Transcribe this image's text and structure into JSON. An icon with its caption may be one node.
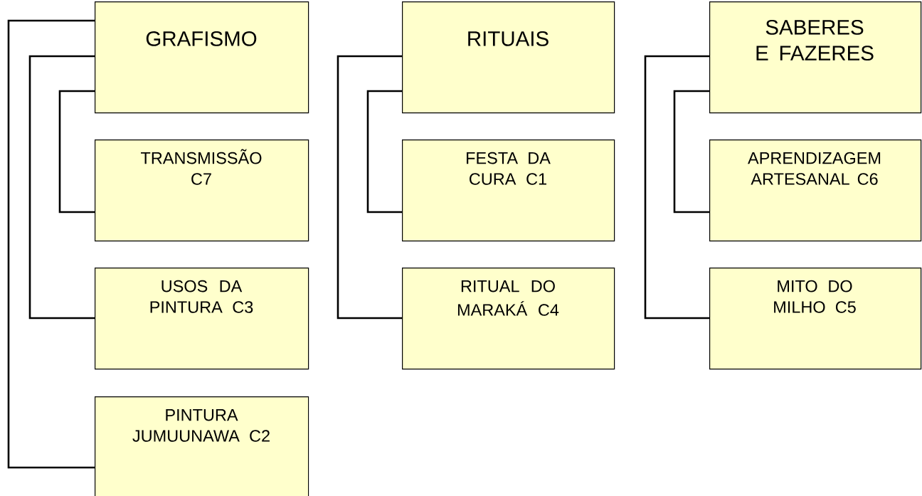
{
  "diagram": {
    "nodes": [
      {
        "text": [
          "GRAFISMO"
        ]
      },
      {
        "text": [
          "TRANSMISSÃO C7"
        ]
      },
      {
        "text": [
          "USOS DA PINTURA C3"
        ]
      },
      {
        "text": [
          "PINTURA JUMUUNAWA C2"
        ]
      },
      {
        "text": [
          "RITUAIS"
        ]
      },
      {
        "text": [
          "FESTA DA CURA C1"
        ]
      },
      {
        "text": [
          "RITUAL DO MARAKÁ C4"
        ]
      },
      {
        "text": [
          "SABERES E FAZERES"
        ]
      },
      {
        "text": [
          "APRENDIZAGEM ARTESANAL C6"
        ]
      },
      {
        "text": [
          "MITO DO MILHO C5"
        ]
      }
    ],
    "edges": [
      {
        "from": 0,
        "to": 3,
        "arrow": "none"
      },
      {
        "from": 0,
        "to": 2,
        "arrow": "none"
      },
      {
        "from": 0,
        "to": 1,
        "arrow": "none"
      },
      {
        "from": 4,
        "to": 6,
        "arrow": "none"
      },
      {
        "from": 4,
        "to": 5,
        "arrow": "none"
      },
      {
        "from": 7,
        "to": 9,
        "arrow": "none"
      },
      {
        "from": 7,
        "to": 8,
        "arrow": "none"
      }
    ]
  }
}
